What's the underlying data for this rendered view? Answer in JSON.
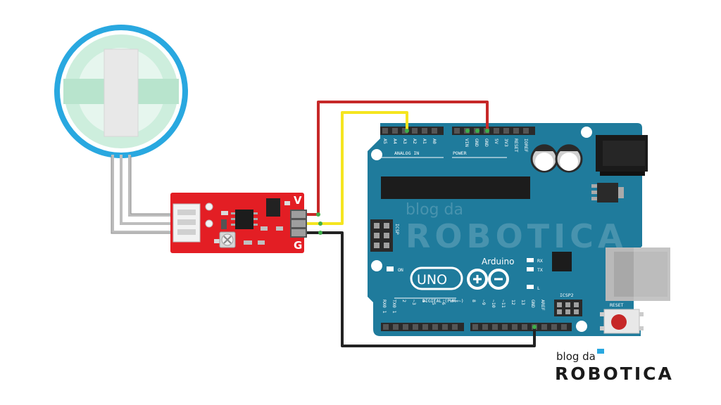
{
  "colors": {
    "board": "#1f7b9c",
    "board_dark": "#16637e",
    "module": "#e31e24",
    "sensor_ring": "#29a8e0",
    "sensor_face": "#cdeedd",
    "wire_vcc": "#c62828",
    "wire_signal": "#f5e51f",
    "wire_gnd": "#222222",
    "header": "#2a2a2a"
  },
  "module": {
    "pin_v": "V",
    "pin_g": "G"
  },
  "arduino": {
    "analog_pins": [
      "A5",
      "A4",
      "A3",
      "A2",
      "A1",
      "A0"
    ],
    "analog_label": "ANALOG IN",
    "power_pins": [
      "VIN",
      "GND",
      "GND",
      "5V",
      "3V3",
      "RESET",
      "IOREF"
    ],
    "power_label": "POWER",
    "icsp_label": "ICSP",
    "icsp2_label": "ICSP2",
    "on_label": "ON",
    "rx_label": "RX",
    "tx_label": "TX",
    "l_label": "L",
    "uno_label": "UNO",
    "brand_label": "Arduino",
    "digital_label": "DIGITAL (PWM=~)",
    "digital_left": [
      "RX0 1",
      "TX0 1",
      "2",
      "~3",
      "4",
      "~5",
      "~6",
      "7"
    ],
    "digital_right": [
      "8",
      "~9",
      "~10",
      "~11",
      "12",
      "13",
      "GND",
      "AREF"
    ],
    "reset_label": "RESET"
  },
  "watermark": {
    "top": "blog da",
    "bottom": "ROBOTICA"
  }
}
